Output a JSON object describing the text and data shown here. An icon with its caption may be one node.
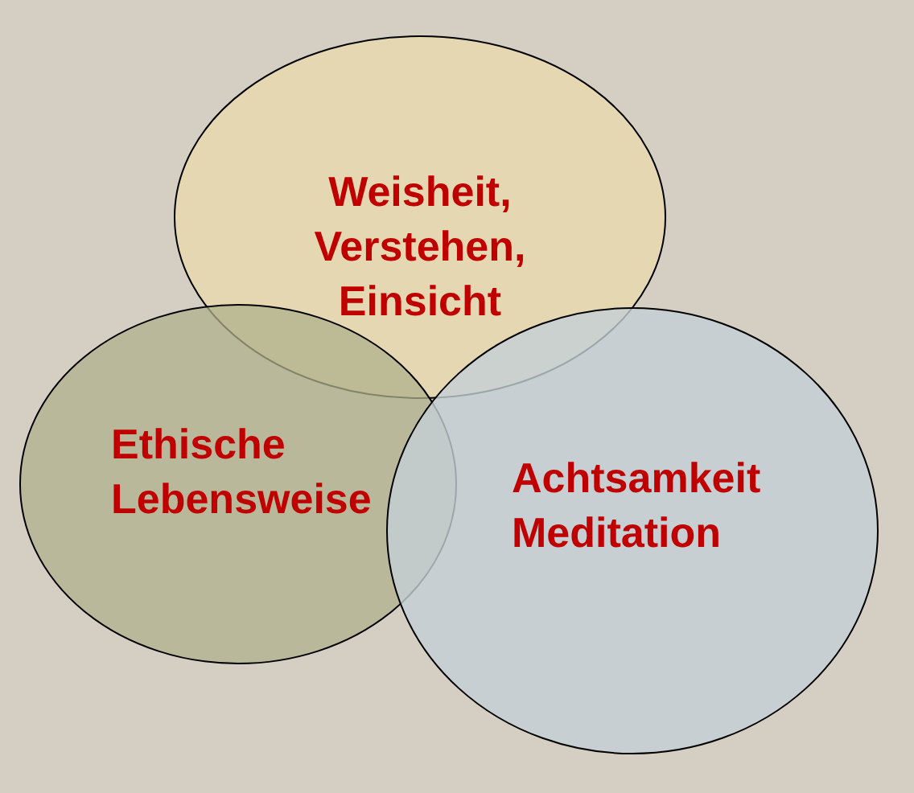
{
  "diagram": {
    "nodes": [
      {
        "text": [
          "Weisheit, Verstehen, Einsicht"
        ]
      },
      {
        "text": [
          "Ethische Lebensweise"
        ]
      },
      {
        "text": [
          "Achtsamkeit Meditation"
        ]
      }
    ]
  }
}
